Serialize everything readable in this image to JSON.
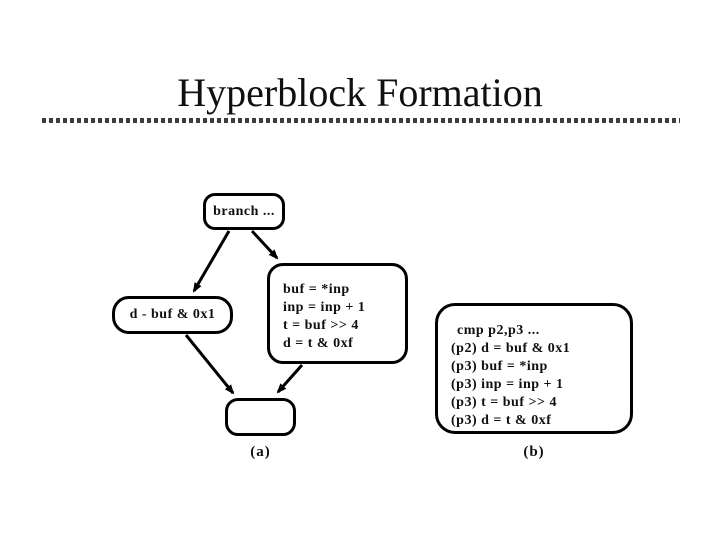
{
  "slide": {
    "title": "Hyperblock Formation"
  },
  "diagram": {
    "cfg_a": {
      "branch": {
        "label": "branch ..."
      },
      "left_block": {
        "lines": [
          "d - buf & 0x1"
        ]
      },
      "middle_block": {
        "lines": [
          "buf = *inp",
          "inp = inp + 1",
          "t = buf >> 4",
          "d = t & 0xf"
        ]
      },
      "exit_block": {
        "lines": []
      },
      "caption": "(a)"
    },
    "hyperblock_b": {
      "lines": [
        "cmp p2,p3 ...",
        "(p2) d = buf & 0x1",
        "(p3) buf = *inp",
        "(p3) inp = inp + 1",
        "(p3) t = buf >> 4",
        "(p3) d = t & 0xf"
      ],
      "caption": "(b)"
    }
  },
  "colors": {
    "ink": "#101010",
    "node_border": "#000000",
    "dotted_rule": "#3d3d3d",
    "background": "#ffffff"
  }
}
